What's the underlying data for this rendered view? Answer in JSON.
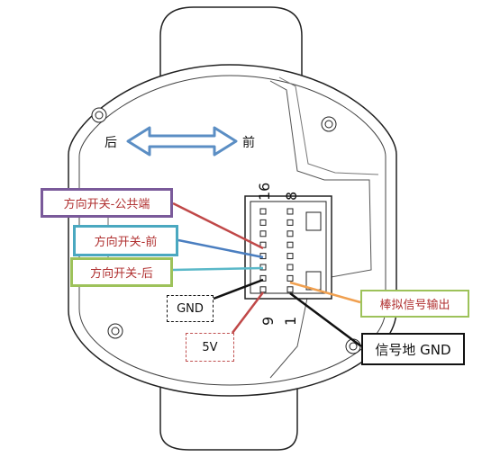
{
  "labels": {
    "rear": "后",
    "front": "前",
    "switch_common": "方向开关-公共端",
    "switch_front": "方向开关-前",
    "switch_back": "方向开关-后",
    "analog_output": "棒拟信号输出",
    "signal_ground": "信号地 GND",
    "gnd": "GND",
    "five_volt": "5V"
  },
  "pins": {
    "p16": "16",
    "p8": "8",
    "p9": "9",
    "p1": "1"
  },
  "colors": {
    "arrow": "#5b8ec4",
    "wire_common": "#c04848",
    "wire_front": "#4a7ec0",
    "wire_back": "#5ab8c8",
    "wire_gnd": "#111111",
    "wire_5v": "#c04848",
    "wire_analog": "#f0a050",
    "wire_signal_ground": "#111111"
  }
}
